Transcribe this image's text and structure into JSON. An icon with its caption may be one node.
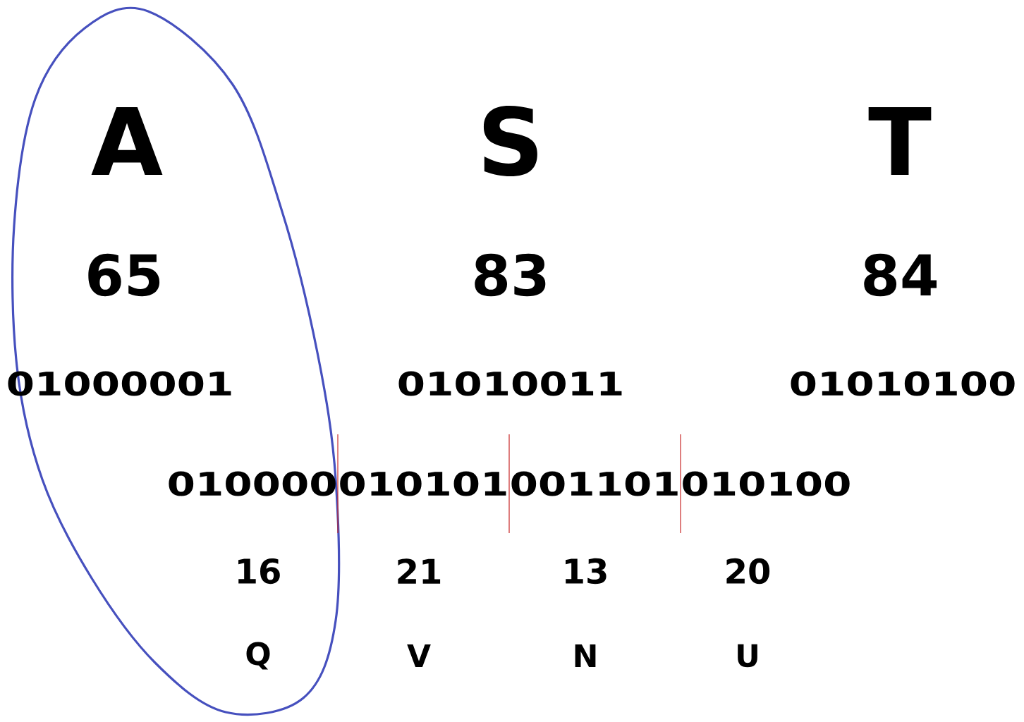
{
  "diagram": {
    "labels": [
      "A",
      "S",
      "T",
      "65",
      "83",
      "84",
      "01000001",
      "01010011",
      "01010100",
      "010000",
      "010101",
      "001101",
      "010100",
      "16",
      "21",
      "13",
      "20",
      "Q",
      "V",
      "N",
      "U"
    ]
  }
}
